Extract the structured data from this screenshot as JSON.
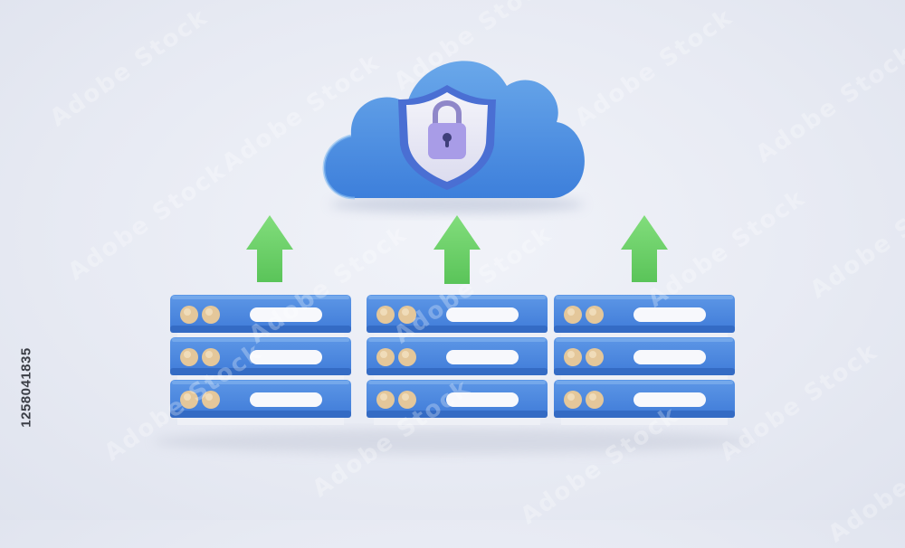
{
  "image": {
    "stock_id": "1258041835",
    "watermark_text": "Adobe Stock",
    "server_stacks": [
      {
        "name": "left",
        "units": 3
      },
      {
        "name": "center",
        "units": 3
      },
      {
        "name": "right",
        "units": 3
      }
    ],
    "colors": {
      "background": "#e7eaf3",
      "cloud": "#4f93e0",
      "server_body": "#3d7ad8",
      "arrow": "#6fd46a",
      "lock": "#a79be6",
      "led": "#e4c79a"
    },
    "icons": [
      "cloud-icon",
      "shield-icon",
      "padlock-icon",
      "up-arrow-icon",
      "server-icon"
    ]
  }
}
